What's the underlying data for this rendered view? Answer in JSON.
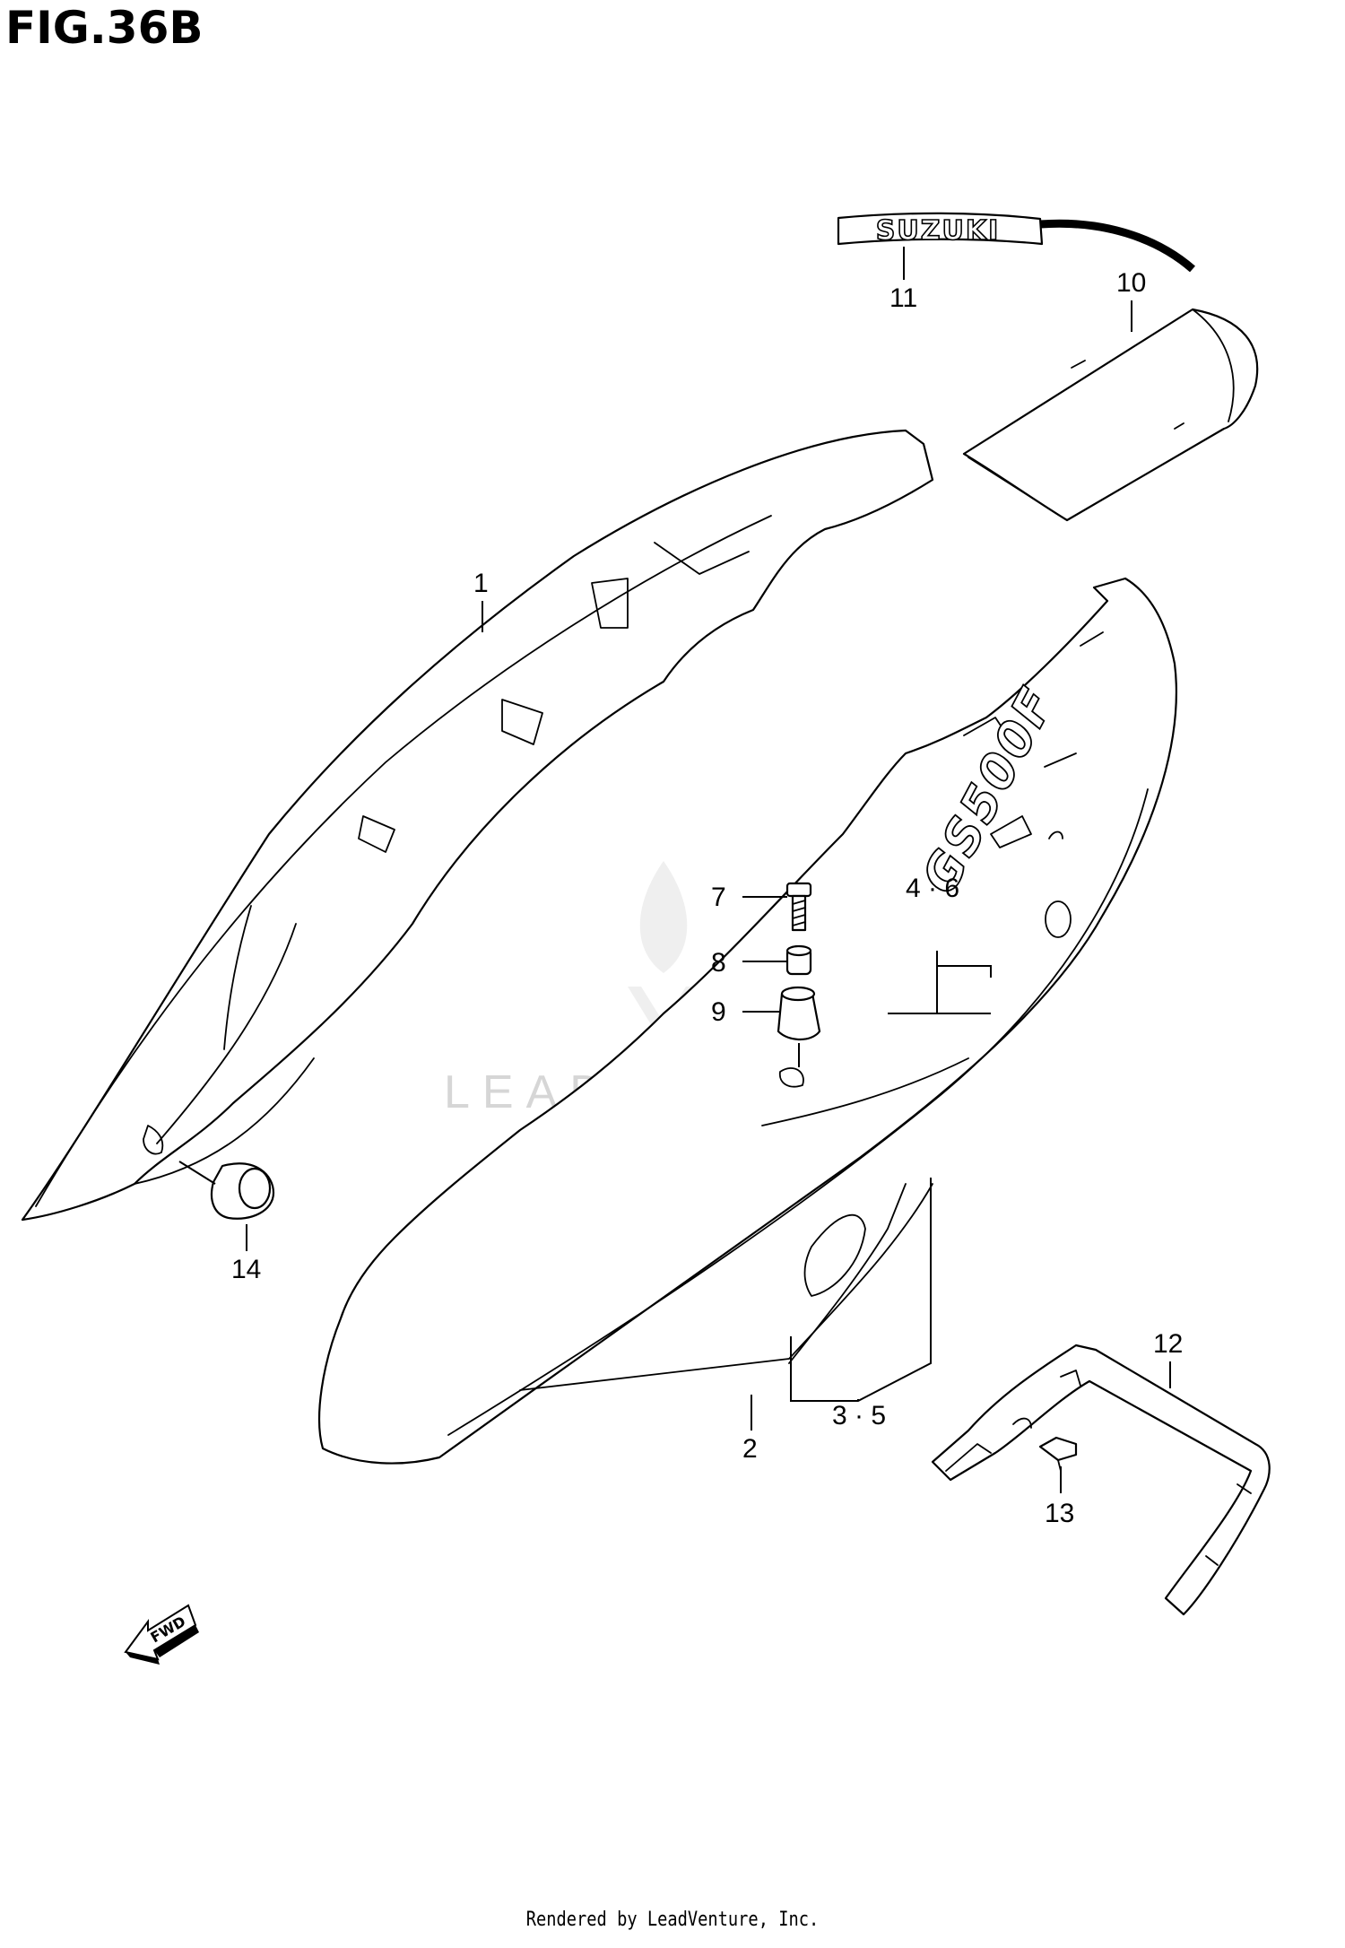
{
  "figure": {
    "title": "FIG.36B"
  },
  "callouts": {
    "c1": "1",
    "c2": "2",
    "c3_5": "3 · 5",
    "c4_6": "4 · 6",
    "c7": "7",
    "c8": "8",
    "c9": "9",
    "c10": "10",
    "c11": "11",
    "c12": "12",
    "c13": "13",
    "c14": "14"
  },
  "decals": {
    "emblem_text": "SUZUKI",
    "model_text": "GS500F"
  },
  "direction_arrow": {
    "label": "FWD"
  },
  "watermark": {
    "text": "LEADVENTURE"
  },
  "footer": {
    "credit": "Rendered by LeadVenture, Inc."
  }
}
